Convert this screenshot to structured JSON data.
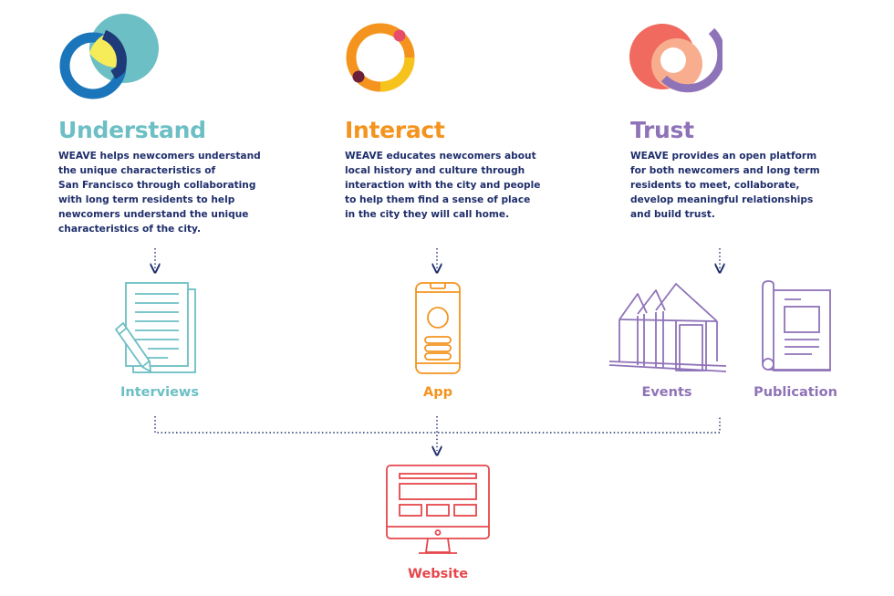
{
  "pillars": [
    {
      "heading": "Understand",
      "description": "WEAVE helps newcomers understand\nthe unique characteristics of\nSan Francisco through collaborating\nwith long term residents to help\nnewcomers understand the unique\ncharacteristics of the city.",
      "color": "#6cbfc4"
    },
    {
      "heading": "Interact",
      "description": "WEAVE educates newcomers about\nlocal history and culture through\ninteraction with the city and people\nto help them find a sense of place\nin the city they will call home.",
      "color": "#f4941f"
    },
    {
      "heading": "Trust",
      "description": "WEAVE provides an open platform\nfor both newcomers and long term\nresidents to meet, collaborate,\ndevelop meaningful relationships\nand build trust.",
      "color": "#8f73b8"
    }
  ],
  "outputs": {
    "interviews": {
      "label": "Interviews",
      "color": "#6cbfc4",
      "icon": "document-pen-icon"
    },
    "app": {
      "label": "App",
      "color": "#f4941f",
      "icon": "smartphone-icon"
    },
    "events": {
      "label": "Events",
      "color": "#8f73b8",
      "icon": "building-icon"
    },
    "publication": {
      "label": "Publication",
      "color": "#8f73b8",
      "icon": "publication-icon"
    },
    "website": {
      "label": "Website",
      "color": "#e5474c",
      "icon": "monitor-icon"
    }
  },
  "colors": {
    "description_text": "#1f2e6b",
    "connector": "#1f2e6b",
    "understand_blue": "#1b75bb",
    "understand_yellow": "#f6ec5a",
    "understand_teal": "#6cbfc4",
    "interact_orange": "#f4941f",
    "interact_yellow": "#f6c31c",
    "interact_pink": "#e64d6b",
    "interact_maroon": "#6a1f3b",
    "trust_coral": "#f06a5f",
    "trust_peach": "#f8ad8e",
    "trust_purple": "#8f73b8"
  }
}
